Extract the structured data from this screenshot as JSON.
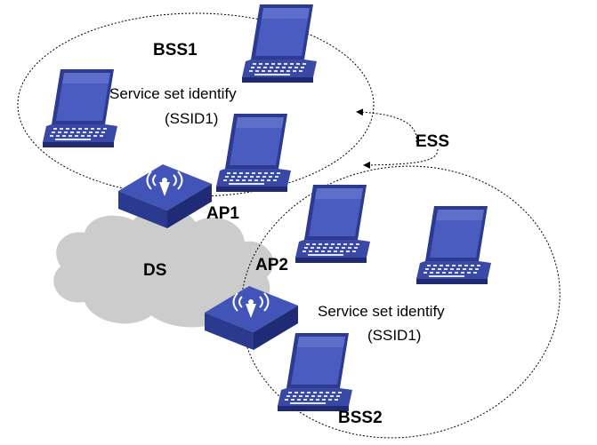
{
  "labels": {
    "bss1": "BSS1",
    "bss2": "BSS2",
    "ess": "ESS",
    "ds": "DS",
    "ap1": "AP1",
    "ap2": "AP2",
    "bss1_ssid_line1": "Service set identify",
    "bss1_ssid_line2": "(SSID1)",
    "bss2_ssid_line1": "Service set identify",
    "bss2_ssid_line2": "(SSID1)"
  },
  "icons": {
    "laptop": "laptop-icon",
    "access_point": "access-point-icon",
    "cloud": "cloud-shape"
  },
  "colors": {
    "laptop_screen": "#3f4fae",
    "laptop_screen_dark": "#2a3580",
    "laptop_body": "#3a49a6",
    "ap_top": "#3d4fb0",
    "ap_side": "#2a3888",
    "cloud": "#cccccc",
    "boundary": "#000000"
  }
}
